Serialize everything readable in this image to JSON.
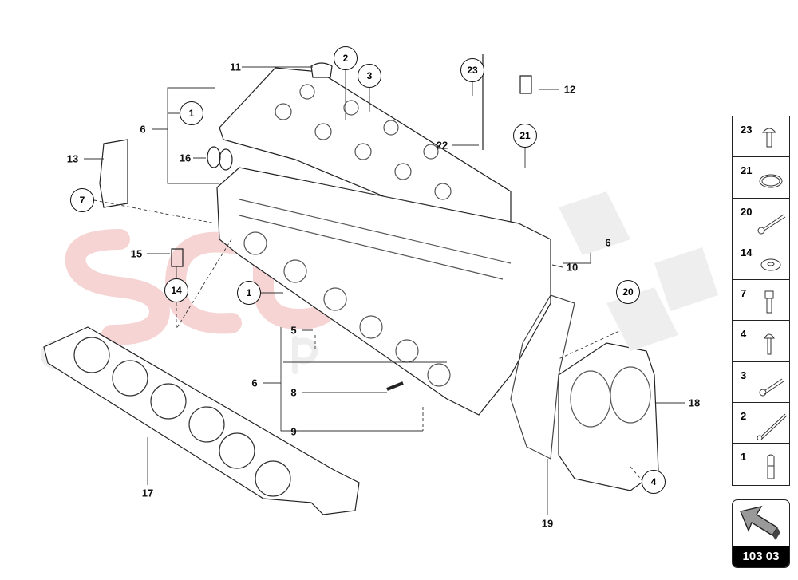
{
  "watermark": {
    "line1": "scuderia",
    "line2": "car parts"
  },
  "callouts": [
    {
      "n": "11",
      "style": "plain"
    },
    {
      "n": "2",
      "style": "circle"
    },
    {
      "n": "3",
      "style": "circle"
    },
    {
      "n": "23",
      "style": "circle"
    },
    {
      "n": "12",
      "style": "plain"
    },
    {
      "n": "1",
      "style": "circle"
    },
    {
      "n": "6",
      "style": "plain"
    },
    {
      "n": "16",
      "style": "plain"
    },
    {
      "n": "13",
      "style": "plain"
    },
    {
      "n": "22",
      "style": "plain"
    },
    {
      "n": "21",
      "style": "circle"
    },
    {
      "n": "7",
      "style": "circle"
    },
    {
      "n": "6",
      "style": "plain"
    },
    {
      "n": "15",
      "style": "plain"
    },
    {
      "n": "10",
      "style": "plain"
    },
    {
      "n": "14",
      "style": "circle"
    },
    {
      "n": "1",
      "style": "circle"
    },
    {
      "n": "20",
      "style": "circle"
    },
    {
      "n": "5",
      "style": "plain"
    },
    {
      "n": "6",
      "style": "plain"
    },
    {
      "n": "8",
      "style": "plain"
    },
    {
      "n": "18",
      "style": "plain"
    },
    {
      "n": "9",
      "style": "plain"
    },
    {
      "n": "4",
      "style": "circle"
    },
    {
      "n": "17",
      "style": "plain"
    },
    {
      "n": "19",
      "style": "plain"
    }
  ],
  "legend": [
    {
      "n": "23",
      "icon": "button-head-bolt-icon"
    },
    {
      "n": "21",
      "icon": "seal-ring-icon"
    },
    {
      "n": "20",
      "icon": "long-bolt-icon"
    },
    {
      "n": "14",
      "icon": "washer-icon"
    },
    {
      "n": "7",
      "icon": "socket-head-screw-icon"
    },
    {
      "n": "4",
      "icon": "button-head-screw-icon"
    },
    {
      "n": "3",
      "icon": "stud-bolt-icon"
    },
    {
      "n": "2",
      "icon": "long-stud-icon"
    },
    {
      "n": "1",
      "icon": "dowel-pin-icon"
    }
  ],
  "nav": {
    "code": "103 03",
    "icon": "arrow-back-icon"
  }
}
